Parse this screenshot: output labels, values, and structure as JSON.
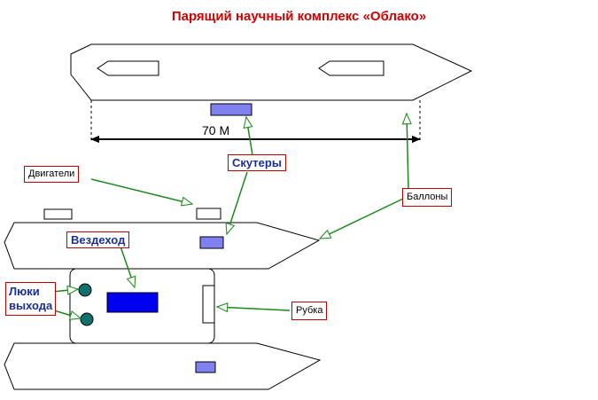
{
  "title": "Парящий научный комплекс «Облако»",
  "dimension_label": "70 М",
  "labels": {
    "engines": "Двигатели",
    "scooters": "Скутеры",
    "balloons": "Баллоны",
    "rover": "Вездеход",
    "hatches_line1": "Люки",
    "hatches_line2": "выхода",
    "cabin": "Рубка"
  },
  "colors": {
    "arrow": "#1a8a1a",
    "box_border": "#c00000",
    "title": "#d40000",
    "scooter_fill": "#8080f0",
    "rover_fill": "#0000f0",
    "hatch_fill": "#107070",
    "label_blue": "#1a2f9a"
  }
}
